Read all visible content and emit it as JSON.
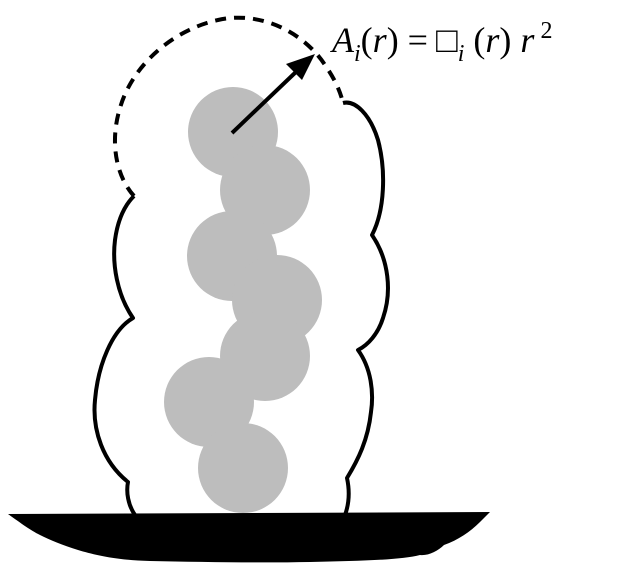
{
  "formula": {
    "A": "A",
    "i_sub": "i",
    "open_r": "(",
    "r1": "r",
    "close_r_eq": ") =",
    "missing_glyph": "□",
    "i_sub2": "i",
    "open_paren2": " (",
    "r2": "r",
    "close_paren2": ")",
    "r3": "r",
    "exponent": "2"
  },
  "colors": {
    "sphere_fill": "#bdbdbd",
    "outline": "#000000",
    "substrate": "#000000",
    "background": "#ffffff"
  },
  "elements": {
    "spheres": 7,
    "sphere_color_name": "gray",
    "probe_circle_style": "dashed",
    "surface_style": "solid",
    "arrow": "radius-vector"
  }
}
